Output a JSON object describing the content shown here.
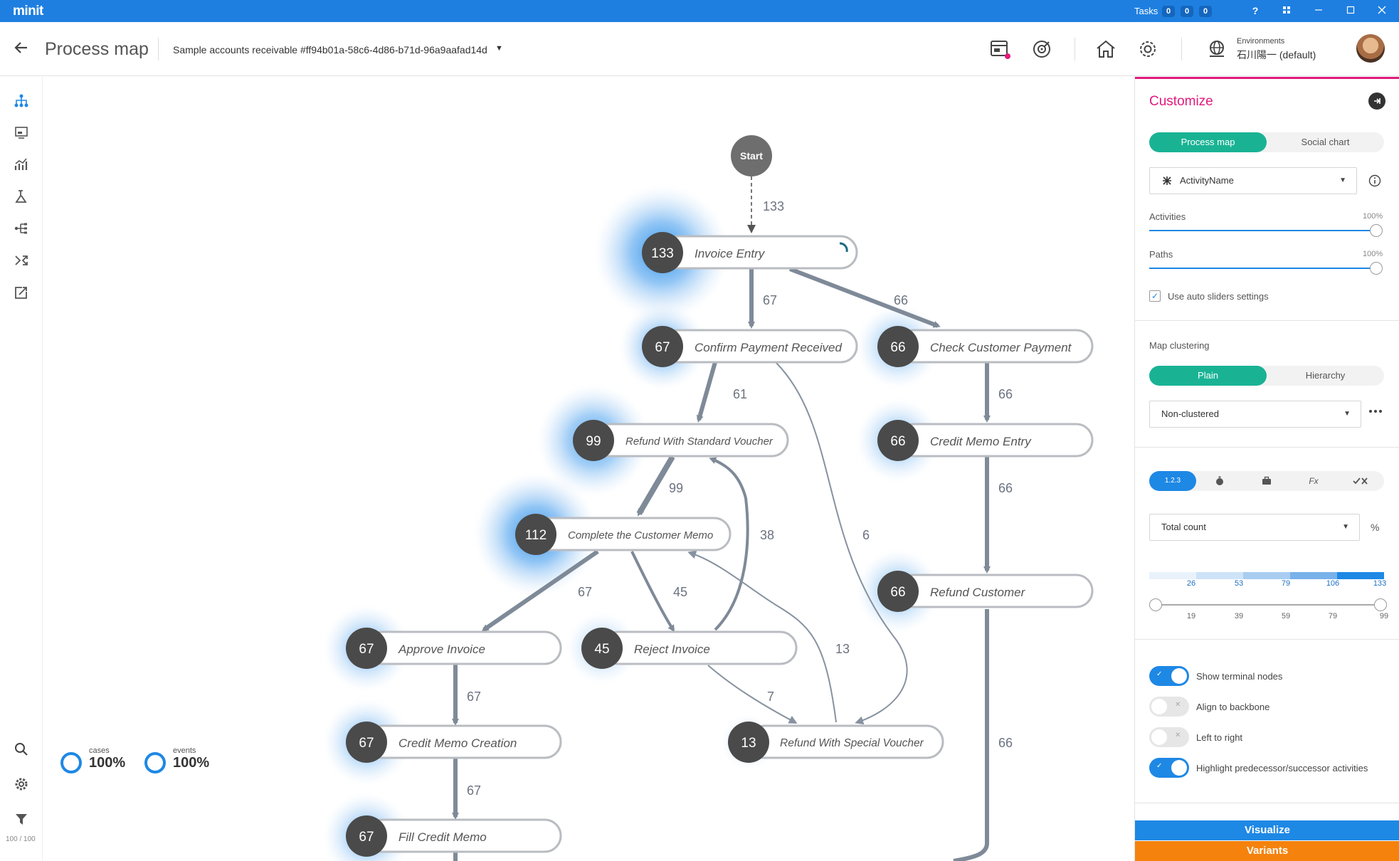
{
  "titlebar": {
    "logo": "minit",
    "tasks_label": "Tasks",
    "task_counts": [
      "0",
      "0",
      "0"
    ],
    "help": "?",
    "colors": {
      "bar": "#1e7fe0"
    }
  },
  "header": {
    "back_icon": "arrow-left-icon",
    "title": "Process map",
    "project": "Sample accounts receivable #ff94b01a-58c6-4d86-b71d-96a9aafad14d",
    "environments_label": "Environments",
    "environment_value": "石川陽一 (default)"
  },
  "leftnav": {
    "icons": [
      "process-map-icon",
      "dashboard-icon",
      "chart-icon",
      "analysis-icon",
      "rules-icon",
      "variants-icon",
      "export-icon"
    ],
    "bottom_icons": [
      "search-icon",
      "settings-icon",
      "filter-icon"
    ],
    "counter": "100 / 100"
  },
  "stats": {
    "cases_label": "cases",
    "cases_value": "100%",
    "events_label": "events",
    "events_value": "100%"
  },
  "map": {
    "start_label": "Start",
    "nodes": [
      {
        "id": "invoice-entry",
        "count": "133",
        "label": "Invoice Entry"
      },
      {
        "id": "confirm-payment-received",
        "count": "67",
        "label": "Confirm Payment Received"
      },
      {
        "id": "check-customer-payment",
        "count": "66",
        "label": "Check Customer Payment"
      },
      {
        "id": "refund-with-standard-voucher",
        "count": "99",
        "label": "Refund With Standard Voucher"
      },
      {
        "id": "credit-memo-entry",
        "count": "66",
        "label": "Credit Memo Entry"
      },
      {
        "id": "complete-the-customer-memo",
        "count": "112",
        "label": "Complete the Customer Memo"
      },
      {
        "id": "refund-customer",
        "count": "66",
        "label": "Refund Customer"
      },
      {
        "id": "approve-invoice",
        "count": "67",
        "label": "Approve Invoice"
      },
      {
        "id": "reject-invoice",
        "count": "45",
        "label": "Reject Invoice"
      },
      {
        "id": "credit-memo-creation",
        "count": "67",
        "label": "Credit Memo Creation"
      },
      {
        "id": "refund-with-special-voucher",
        "count": "13",
        "label": "Refund With Special Voucher"
      },
      {
        "id": "fill-credit-memo",
        "count": "67",
        "label": "Fill Credit Memo"
      }
    ],
    "edge_labels": [
      "133",
      "67",
      "66",
      "61",
      "66",
      "99",
      "38",
      "6",
      "66",
      "67",
      "45",
      "13",
      "67",
      "7",
      "66",
      "67"
    ],
    "colors": {
      "node_circle": "#4a4a4a",
      "start": "#6e6e6e",
      "halo": "#1e88e5",
      "edge": "#8792a0"
    }
  },
  "panel": {
    "title": "Customize",
    "pin_icon": "pin-icon",
    "view_tabs": [
      "Process map",
      "Social chart"
    ],
    "view_active": 0,
    "attribute_select": "ActivityName",
    "info_icon": "info-icon",
    "activities_label": "Activities",
    "activities_value": "100%",
    "paths_label": "Paths",
    "paths_value": "100%",
    "auto_sliders_label": "Use auto sliders settings",
    "auto_sliders_checked": true,
    "clustering_label": "Map clustering",
    "clustering_tabs": [
      "Plain",
      "Hierarchy"
    ],
    "clustering_active": 0,
    "cluster_select": "Non-clustered",
    "more_icon": "more-icon",
    "metric_tabs": [
      "1.2.3",
      "timer-icon",
      "briefcase-icon",
      "function-icon",
      "check-cross-icon"
    ],
    "metric_active": 0,
    "function_glyph": "Fx",
    "measure_select": "Total count",
    "percent_label": "%",
    "legend_top": [
      "26",
      "53",
      "79",
      "106",
      "133"
    ],
    "legend_bottom": [
      "19",
      "39",
      "59",
      "79",
      "99"
    ],
    "legend_colors": [
      "#e9f2fb",
      "#cde3f7",
      "#a9cdf1",
      "#79b1ea",
      "#1e88e5"
    ],
    "toggles": [
      {
        "label": "Show terminal nodes",
        "on": true
      },
      {
        "label": "Align to backbone",
        "on": false
      },
      {
        "label": "Left to right",
        "on": false
      },
      {
        "label": "Highlight predecessor/successor activities",
        "on": true
      }
    ],
    "visualize_label": "Visualize",
    "variants_label": "Variants",
    "colors": {
      "accent": "#e11a7d",
      "teal": "#19b394",
      "blue": "#1e88e5",
      "orange": "#f5820d"
    }
  }
}
